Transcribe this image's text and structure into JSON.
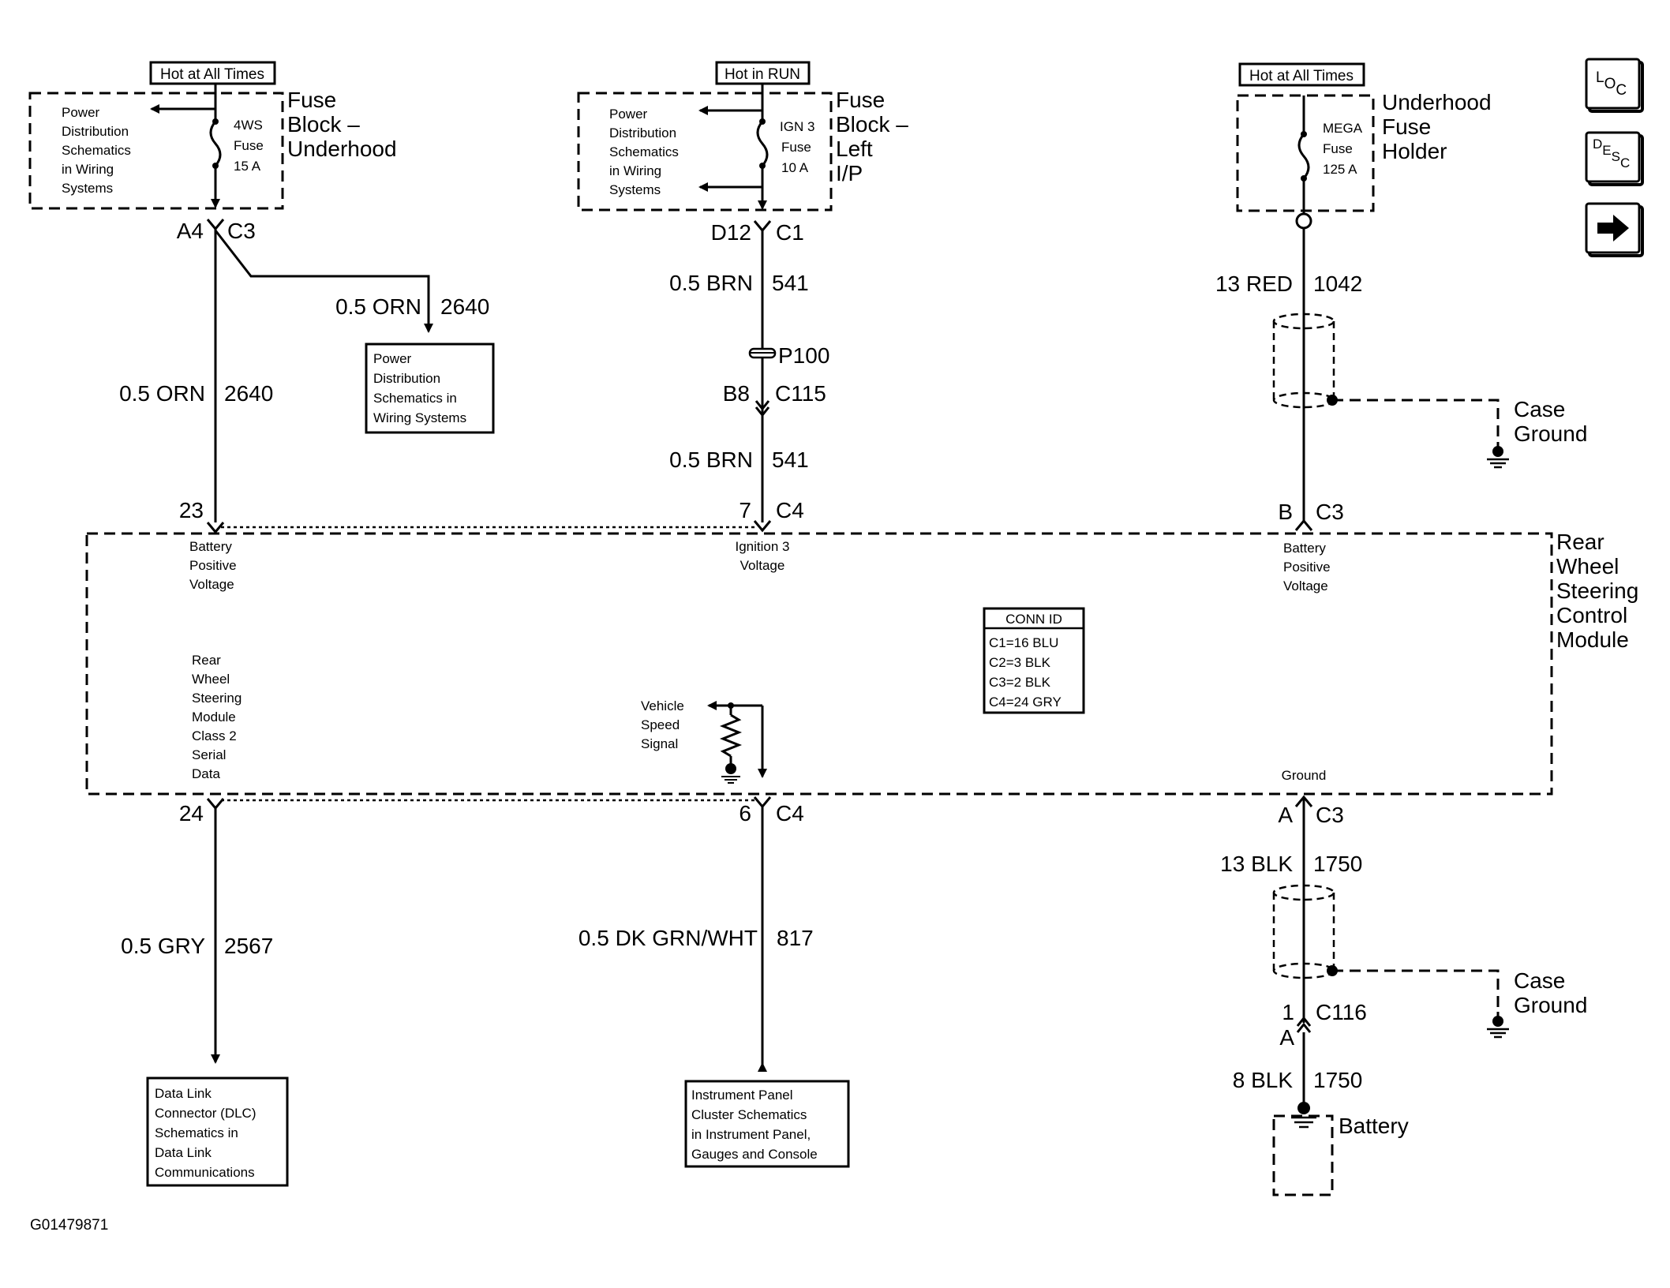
{
  "fuses": {
    "left": {
      "hot_label": "Hot at All Times",
      "block_name": [
        "Fuse",
        "Block –",
        "Underhood"
      ],
      "fuse_label": [
        "4WS",
        "Fuse",
        "15 A"
      ],
      "dist_text": [
        "Power",
        "Distribution",
        "Schematics",
        "in Wiring",
        "Systems"
      ]
    },
    "center": {
      "hot_label": "Hot in RUN",
      "block_name": [
        "Fuse",
        "Block –",
        "Left",
        "I/P"
      ],
      "fuse_label": [
        "IGN 3",
        "Fuse",
        "10 A"
      ],
      "dist_text": [
        "Power",
        "Distribution",
        "Schematics",
        "in Wiring",
        "Systems"
      ]
    },
    "right": {
      "hot_label": "Hot at All Times",
      "block_name": [
        "Underhood",
        "Fuse",
        "Holder"
      ],
      "fuse_label": [
        "MEGA",
        "Fuse",
        "125 A"
      ]
    }
  },
  "connectors": {
    "left_top_pin": "A4",
    "left_top_conn": "C3",
    "center_top_pin": "D12",
    "center_top_conn": "C1",
    "p100": "P100",
    "c115_pin": "B8",
    "c115_conn": "C115",
    "mod_left_top_pin": "23",
    "mod_center_top_pin": "7",
    "mod_center_top_conn": "C4",
    "mod_right_top_pin": "B",
    "mod_right_top_conn": "C3",
    "mod_left_bottom_pin": "24",
    "mod_center_bottom_pin": "6",
    "mod_center_bottom_conn": "C4",
    "mod_right_bottom_pin": "A",
    "mod_right_bottom_conn": "C3",
    "c116_top_pin": "1",
    "c116_conn": "C116",
    "c116_bottom_pin": "A"
  },
  "wires": {
    "w1_size": "0.5 ORN",
    "w1_circuit": "2640",
    "w1b_size": "0.5 ORN",
    "w1b_circuit": "2640",
    "w2_size": "0.5 BRN",
    "w2_circuit": "541",
    "w3_size": "0.5 BRN",
    "w3_circuit": "541",
    "w4_size": "13 RED",
    "w4_circuit": "1042",
    "w5_size": "0.5 GRY",
    "w5_circuit": "2567",
    "w6_size": "0.5 DK GRN/WHT",
    "w6_circuit": "817",
    "w7_size": "13 BLK",
    "w7_circuit": "1750",
    "w8_size": "8 BLK",
    "w8_circuit": "1750"
  },
  "references": {
    "power_dist": [
      "Power",
      "Distribution",
      "Schematics in",
      "Wiring Systems"
    ],
    "dlc": [
      "Data Link",
      "Connector (DLC)",
      "Schematics in",
      "Data Link",
      "Communications"
    ],
    "ipc": [
      "Instrument Panel",
      "Cluster Schematics",
      "in Instrument Panel,",
      "Gauges and Console"
    ]
  },
  "module": {
    "name": [
      "Rear",
      "Wheel",
      "Steering",
      "Control",
      "Module"
    ],
    "pin23_label": [
      "Battery",
      "Positive",
      "Voltage"
    ],
    "pin7_label": [
      "Ignition 3",
      "Voltage"
    ],
    "pinB_label": [
      "Battery",
      "Positive",
      "Voltage"
    ],
    "class2_label": [
      "Rear",
      "Wheel",
      "Steering",
      "Module",
      "Class 2",
      "Serial",
      "Data"
    ],
    "vss_label": [
      "Vehicle",
      "Speed",
      "Signal"
    ],
    "ground_label": "Ground"
  },
  "conn_id": {
    "title": "CONN ID",
    "rows": [
      "C1=16 BLU",
      "C2=3 BLK",
      "C3=2 BLK",
      "C4=24 GRY"
    ]
  },
  "grounds": {
    "case_ground_1": [
      "Case",
      "Ground"
    ],
    "case_ground_2": [
      "Case",
      "Ground"
    ],
    "battery": "Battery"
  },
  "nav": {
    "loc": "LOC",
    "desc": "DESC",
    "next_icon": "arrow-right-icon"
  },
  "figure_id": "G01479871"
}
